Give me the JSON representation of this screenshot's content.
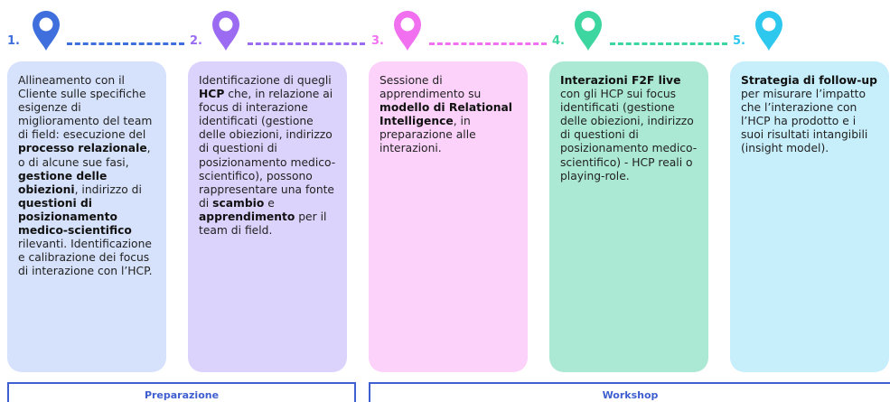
{
  "steps": [
    {
      "number": "1.",
      "color": "#3f6fdc",
      "card_color": "#d6e2fb",
      "card_segments": [
        {
          "t": "Allineamento con il Cliente sulle specifiche esigenze di miglioramento del team di field: esecuzione del ",
          "b": false
        },
        {
          "t": "processo relazionale",
          "b": true
        },
        {
          "t": ", o di alcune sue fasi, ",
          "b": false
        },
        {
          "t": "gestione delle obiezioni",
          "b": true
        },
        {
          "t": ", indirizzo di ",
          "b": false
        },
        {
          "t": "questioni di posizionamento medico-scientifico",
          "b": true
        },
        {
          "t": " rilevanti. Identificazione e calibrazione dei focus di interazione con l’HCP.",
          "b": false
        }
      ]
    },
    {
      "number": "2.",
      "color": "#9b6cf2",
      "card_color": "#dcd3fc",
      "card_segments": [
        {
          "t": "Identificazione di quegli ",
          "b": false
        },
        {
          "t": "HCP",
          "b": true
        },
        {
          "t": " che, in relazione ai focus di interazione identificati (gestione delle obiezioni, indirizzo di questioni di posizionamento medico-scientifico), possono rappresentare una fonte di ",
          "b": false
        },
        {
          "t": "scambio",
          "b": true
        },
        {
          "t": " e ",
          "b": false
        },
        {
          "t": "apprendimento",
          "b": true
        },
        {
          "t": " per il team di field.",
          "b": false
        }
      ]
    },
    {
      "number": "3.",
      "color": "#f070f0",
      "card_color": "#fcd2fa",
      "card_segments": [
        {
          "t": "Sessione di apprendimento su ",
          "b": false
        },
        {
          "t": "modello di Relational Intelligence",
          "b": true
        },
        {
          "t": ", in preparazione alle interazioni.",
          "b": false
        }
      ]
    },
    {
      "number": "4.",
      "color": "#3ed6a0",
      "card_color": "#abe9d4",
      "card_segments": [
        {
          "t": "Interazioni F2F live",
          "b": true
        },
        {
          "t": " con gli HCP sui focus identificati (gestione delle obiezioni, indirizzo di questioni di posizionamento medico-scientifico) - HCP reali o playing-role.",
          "b": false
        }
      ]
    },
    {
      "number": "5.",
      "color": "#2ec8ee",
      "card_color": "#c6eefb",
      "card_segments": [
        {
          "t": "Strategia di follow-up",
          "b": true
        },
        {
          "t": " per misurare l’impatto che l’interazione con l’HCP ha prodotto e i suoi risultati intangibili (insight model).",
          "b": false
        }
      ]
    }
  ],
  "phases": {
    "preparazione": "Preparazione",
    "workshop": "Workshop"
  }
}
